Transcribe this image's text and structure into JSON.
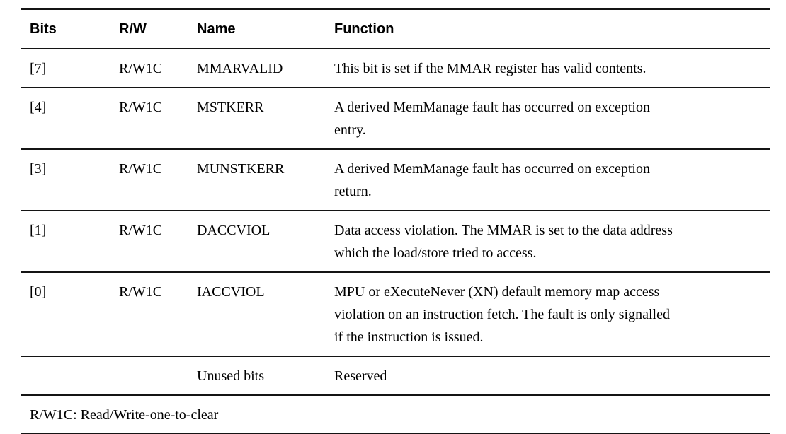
{
  "colors": {
    "background": "#ffffff",
    "text": "#000000",
    "rule": "#141414"
  },
  "table": {
    "columns": [
      "Bits",
      "R/W",
      "Name",
      "Function"
    ],
    "rows": [
      {
        "bits": "[7]",
        "rw": "R/W1C",
        "name": "MMARVALID",
        "function": "This bit is set if the MMAR register has valid contents."
      },
      {
        "bits": "[4]",
        "rw": "R/W1C",
        "name": "MSTKERR",
        "function": "A derived MemManage fault has occurred on exception\nentry."
      },
      {
        "bits": "[3]",
        "rw": "R/W1C",
        "name": "MUNSTKERR",
        "function": "A derived MemManage fault has occurred on exception\nreturn."
      },
      {
        "bits": "[1]",
        "rw": "R/W1C",
        "name": "DACCVIOL",
        "function": "Data access violation. The MMAR is set to the data address\nwhich the load/store tried to access."
      },
      {
        "bits": "[0]",
        "rw": "R/W1C",
        "name": "IACCVIOL",
        "function": "MPU or eXecuteNever (XN) default memory map access\nviolation on an instruction fetch. The fault is only signalled\nif the instruction is issued."
      },
      {
        "bits": "",
        "rw": "",
        "name": "Unused bits",
        "function": "Reserved"
      }
    ],
    "footnote": "R/W1C: Read/Write-one-to-clear"
  }
}
